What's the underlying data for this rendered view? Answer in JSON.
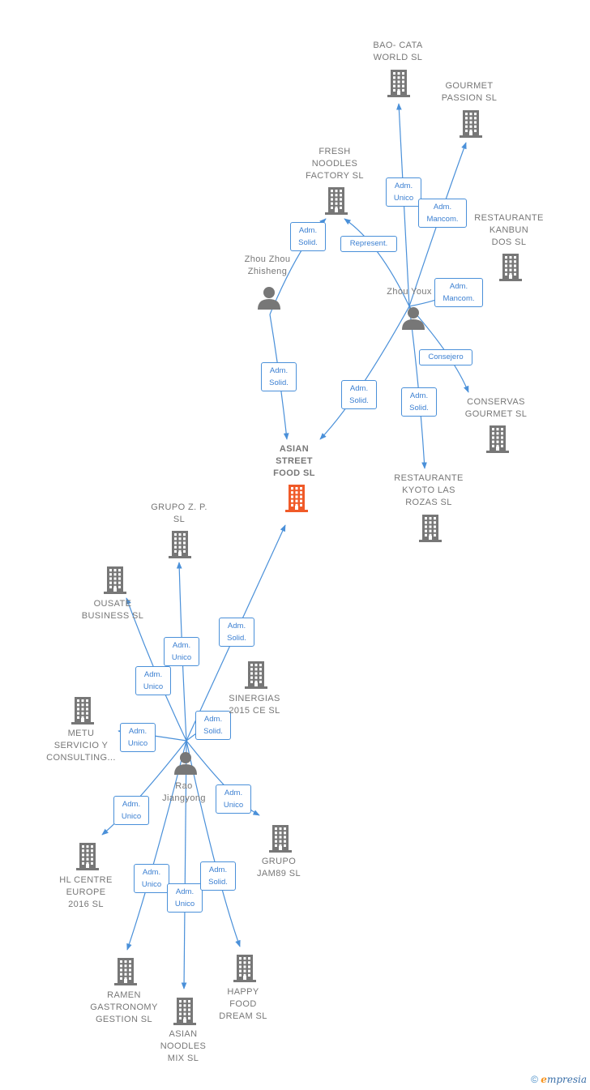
{
  "colors": {
    "edge": "#4a90d9",
    "node": "#777777",
    "focus": "#f05a28",
    "label_text": "#3b7fd1"
  },
  "nodes": [
    {
      "id": "bao",
      "type": "company",
      "label": "BAO- CATA\nWORLD  SL"
    },
    {
      "id": "gourmet",
      "type": "company",
      "label": "GOURMET\nPASSION SL"
    },
    {
      "id": "fresh",
      "type": "company",
      "label": "FRESH\nNOODLES\nFACTORY  SL"
    },
    {
      "id": "kanbun",
      "type": "company",
      "label": "RESTAURANTE\nKANBUN\nDOS  SL"
    },
    {
      "id": "zhouzhou",
      "type": "person",
      "label": "Zhou Zhou\nZhisheng"
    },
    {
      "id": "zhouyoux",
      "type": "person",
      "label": "Zhou Youx"
    },
    {
      "id": "conservas",
      "type": "company",
      "label": "CONSERVAS\nGOURMET SL"
    },
    {
      "id": "asian",
      "type": "company_focus",
      "label": "ASIAN\nSTREET\nFOOD  SL"
    },
    {
      "id": "kyoto",
      "type": "company",
      "label": "RESTAURANTE\nKYOTO LAS\nROZAS  SL"
    },
    {
      "id": "grupozp",
      "type": "company",
      "label": "GRUPO Z. P.\nSL"
    },
    {
      "id": "ousate",
      "type": "company",
      "label": "OUSATE\nBUSINESS  SL"
    },
    {
      "id": "sinergias",
      "type": "company",
      "label": "SINERGIAS\n2015 CE  SL"
    },
    {
      "id": "metu",
      "type": "company",
      "label": "METU\nSERVICIO Y\nCONSULTING..."
    },
    {
      "id": "rao",
      "type": "person",
      "label": "Rao\nJiangyong"
    },
    {
      "id": "jam89",
      "type": "company",
      "label": "GRUPO\nJAM89  SL"
    },
    {
      "id": "hlcentre",
      "type": "company",
      "label": "HL CENTRE\nEUROPE\n2016  SL"
    },
    {
      "id": "ramen",
      "type": "company",
      "label": "RAMEN\nGASTRONOMY\nGESTION  SL"
    },
    {
      "id": "noodlesmix",
      "type": "company",
      "label": "ASIAN\nNOODLES\nMIX  SL"
    },
    {
      "id": "happy",
      "type": "company",
      "label": "HAPPY\nFOOD\nDREAM  SL"
    }
  ],
  "edges": [
    {
      "from": "zhouyoux",
      "to": "bao",
      "label": "Adm.\nUnico"
    },
    {
      "from": "zhouyoux",
      "to": "gourmet",
      "label": "Adm.\nMancom."
    },
    {
      "from": "zhouyoux",
      "to": "fresh",
      "label": "Represent."
    },
    {
      "from": "zhouzhou",
      "to": "fresh",
      "label": "Adm.\nSolid."
    },
    {
      "from": "zhouyoux",
      "to": "kanbun",
      "label": "Adm.\nMancom."
    },
    {
      "from": "zhouyoux",
      "to": "conservas",
      "label": "Consejero"
    },
    {
      "from": "zhouyoux",
      "to": "kyoto",
      "label": "Adm.\nSolid."
    },
    {
      "from": "zhouyoux",
      "to": "asian",
      "label": "Adm.\nSolid."
    },
    {
      "from": "zhouzhou",
      "to": "asian",
      "label": "Adm.\nSolid."
    },
    {
      "from": "rao",
      "to": "asian",
      "label": "Adm.\nSolid."
    },
    {
      "from": "rao",
      "to": "grupozp",
      "label": "Adm.\nUnico"
    },
    {
      "from": "rao",
      "to": "ousate",
      "label": "Adm.\nUnico"
    },
    {
      "from": "rao",
      "to": "sinergias",
      "label": "Adm.\nSolid."
    },
    {
      "from": "rao",
      "to": "metu",
      "label": "Adm.\nUnico"
    },
    {
      "from": "rao",
      "to": "jam89",
      "label": "Adm.\nUnico"
    },
    {
      "from": "rao",
      "to": "hlcentre",
      "label": "Adm.\nUnico"
    },
    {
      "from": "rao",
      "to": "ramen",
      "label": "Adm.\nUnico"
    },
    {
      "from": "rao",
      "to": "noodlesmix",
      "label": "Adm.\nUnico"
    },
    {
      "from": "rao",
      "to": "happy",
      "label": "Adm.\nSolid."
    }
  ],
  "copyright": {
    "symbol": "©",
    "brand_initial": "e",
    "brand_rest": "mpresia"
  }
}
